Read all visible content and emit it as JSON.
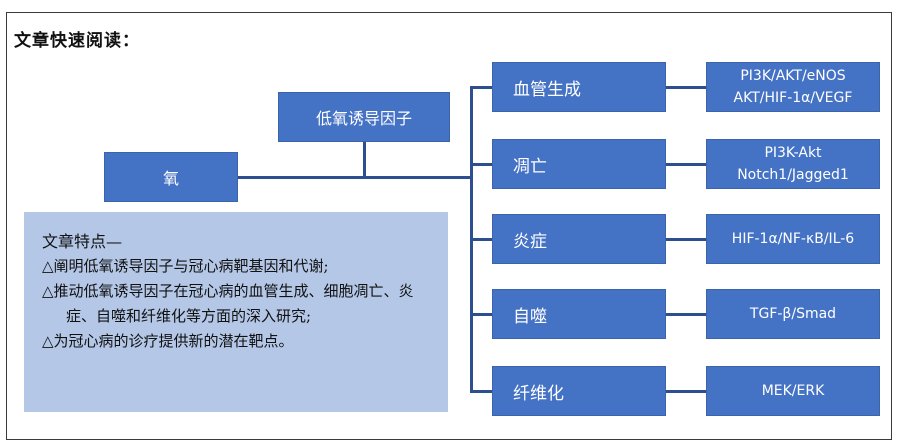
{
  "title": "文章快速阅读：",
  "nodes": {
    "oxygen": "氧",
    "hif": "低氧诱导因子"
  },
  "branches": [
    {
      "label": "血管生成",
      "genes": [
        "PI3K/AKT/eNOS",
        "AKT/HIF-1α/VEGF"
      ]
    },
    {
      "label": "凋亡",
      "genes": [
        "PI3K-Akt",
        "Notch1/Jagged1"
      ]
    },
    {
      "label": "炎症",
      "genes": [
        "HIF-1α/NF-κB/IL-6"
      ]
    },
    {
      "label": "自噬",
      "genes": [
        "TGF-β/Smad"
      ]
    },
    {
      "label": "纤维化",
      "genes": [
        "MEK/ERK"
      ]
    }
  ],
  "features": {
    "title": "文章特点—",
    "items": [
      "△阐明低氧诱导因子与冠心病靶基因和代谢;",
      "△推动低氧诱导因子在冠心病的血管生成、细胞凋亡、炎症、自噬和纤维化等方面的深入研究;",
      "△为冠心病的诊疗提供新的潜在靶点。"
    ]
  },
  "colors": {
    "box": "#4472c4",
    "connector": "#2e4f8f",
    "features_bg": "#b4c7e7"
  }
}
